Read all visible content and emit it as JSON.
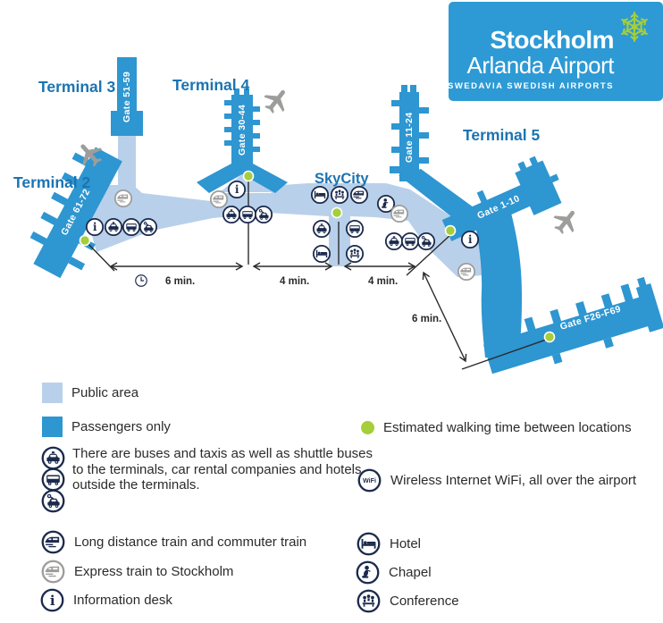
{
  "logo": {
    "title": "Stockholm",
    "subtitle": "Arlanda Airport",
    "tagline": "SWEDAVIA SWEDISH AIRPORTS"
  },
  "map": {
    "terminal_labels": {
      "t2": "Terminal 2",
      "t3": "Terminal 3",
      "t4": "Terminal 4",
      "t5": "Terminal 5"
    },
    "skycity": "SkyCity",
    "gate_labels": {
      "t2": "Gate 61-72",
      "t3": "Gate 51-59",
      "t4": "Gate 30-44",
      "t5_north": "Gate 11-24",
      "t5_east": "Gate 1-10",
      "t5_f": "Gate F26-F69"
    },
    "walk_times": {
      "t2_t4": "6 min.",
      "t4_sky": "4 min.",
      "sky_t5": "4 min.",
      "t5_f": "6 min."
    }
  },
  "legend": {
    "public_area": "Public area",
    "passengers_only": "Passengers only",
    "transport_lines": [
      "There are buses and taxis as well as shuttle buses",
      "to the terminals, car rental companies and hotels",
      "outside the terminals."
    ],
    "long_distance": "Long distance train and commuter train",
    "express": "Express train to Stockholm",
    "info_desk": "Information desk",
    "walking_time": "Estimated walking time between locations",
    "wifi": "Wireless Internet WiFi, all over the airport",
    "hotel": "Hotel",
    "chapel": "Chapel",
    "conference": "Conference"
  },
  "colors": {
    "header_blue": "#2D9AD5",
    "pier_blue": "#2E96D1",
    "public_area_blue": "#B9D0EA",
    "icon_navy": "#1B2A4C",
    "green": "#A6CE39",
    "gray": "#9D9D9C",
    "terminal_label_blue": "#1B74B2"
  }
}
